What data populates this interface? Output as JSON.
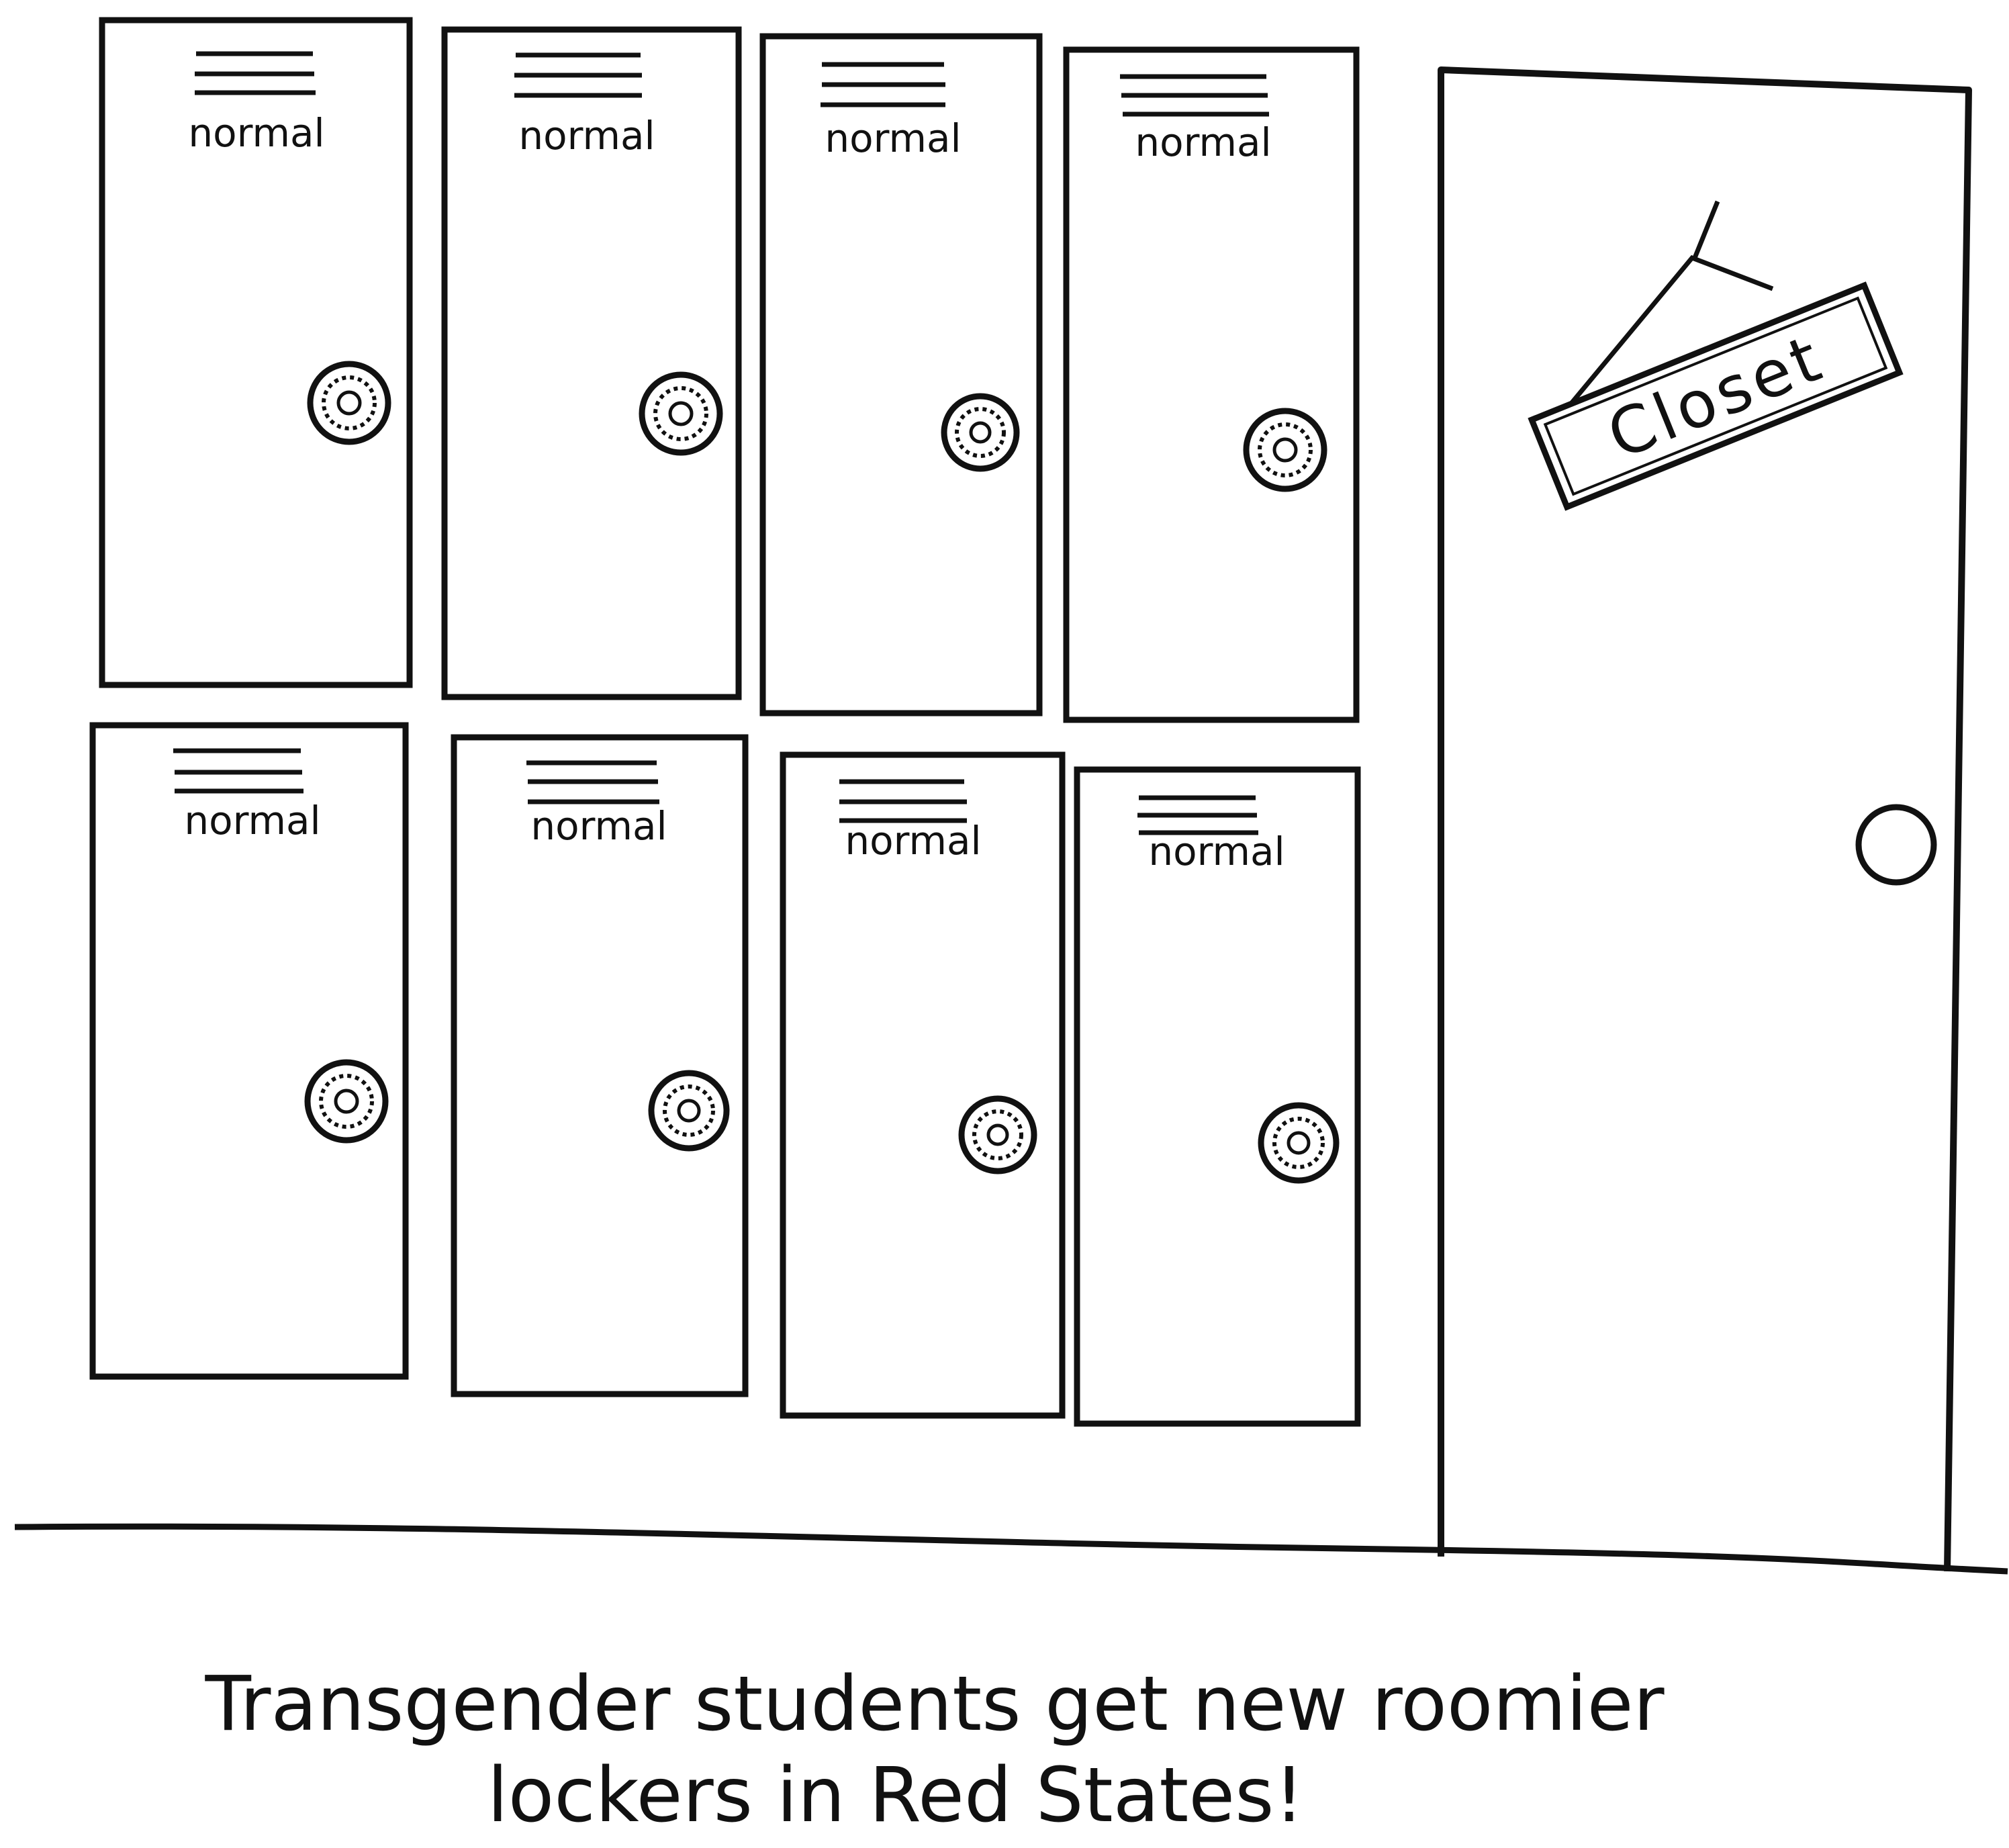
{
  "lockers": [
    {
      "label": "normal"
    },
    {
      "label": "normal"
    },
    {
      "label": "normal"
    },
    {
      "label": "normal"
    },
    {
      "label": "normal"
    },
    {
      "label": "normal"
    },
    {
      "label": "normal"
    },
    {
      "label": "normal"
    }
  ],
  "door": {
    "sign_text": "Closet"
  },
  "caption": {
    "line1": "Transgender students get new roomier",
    "line2": "lockers in Red States!"
  }
}
